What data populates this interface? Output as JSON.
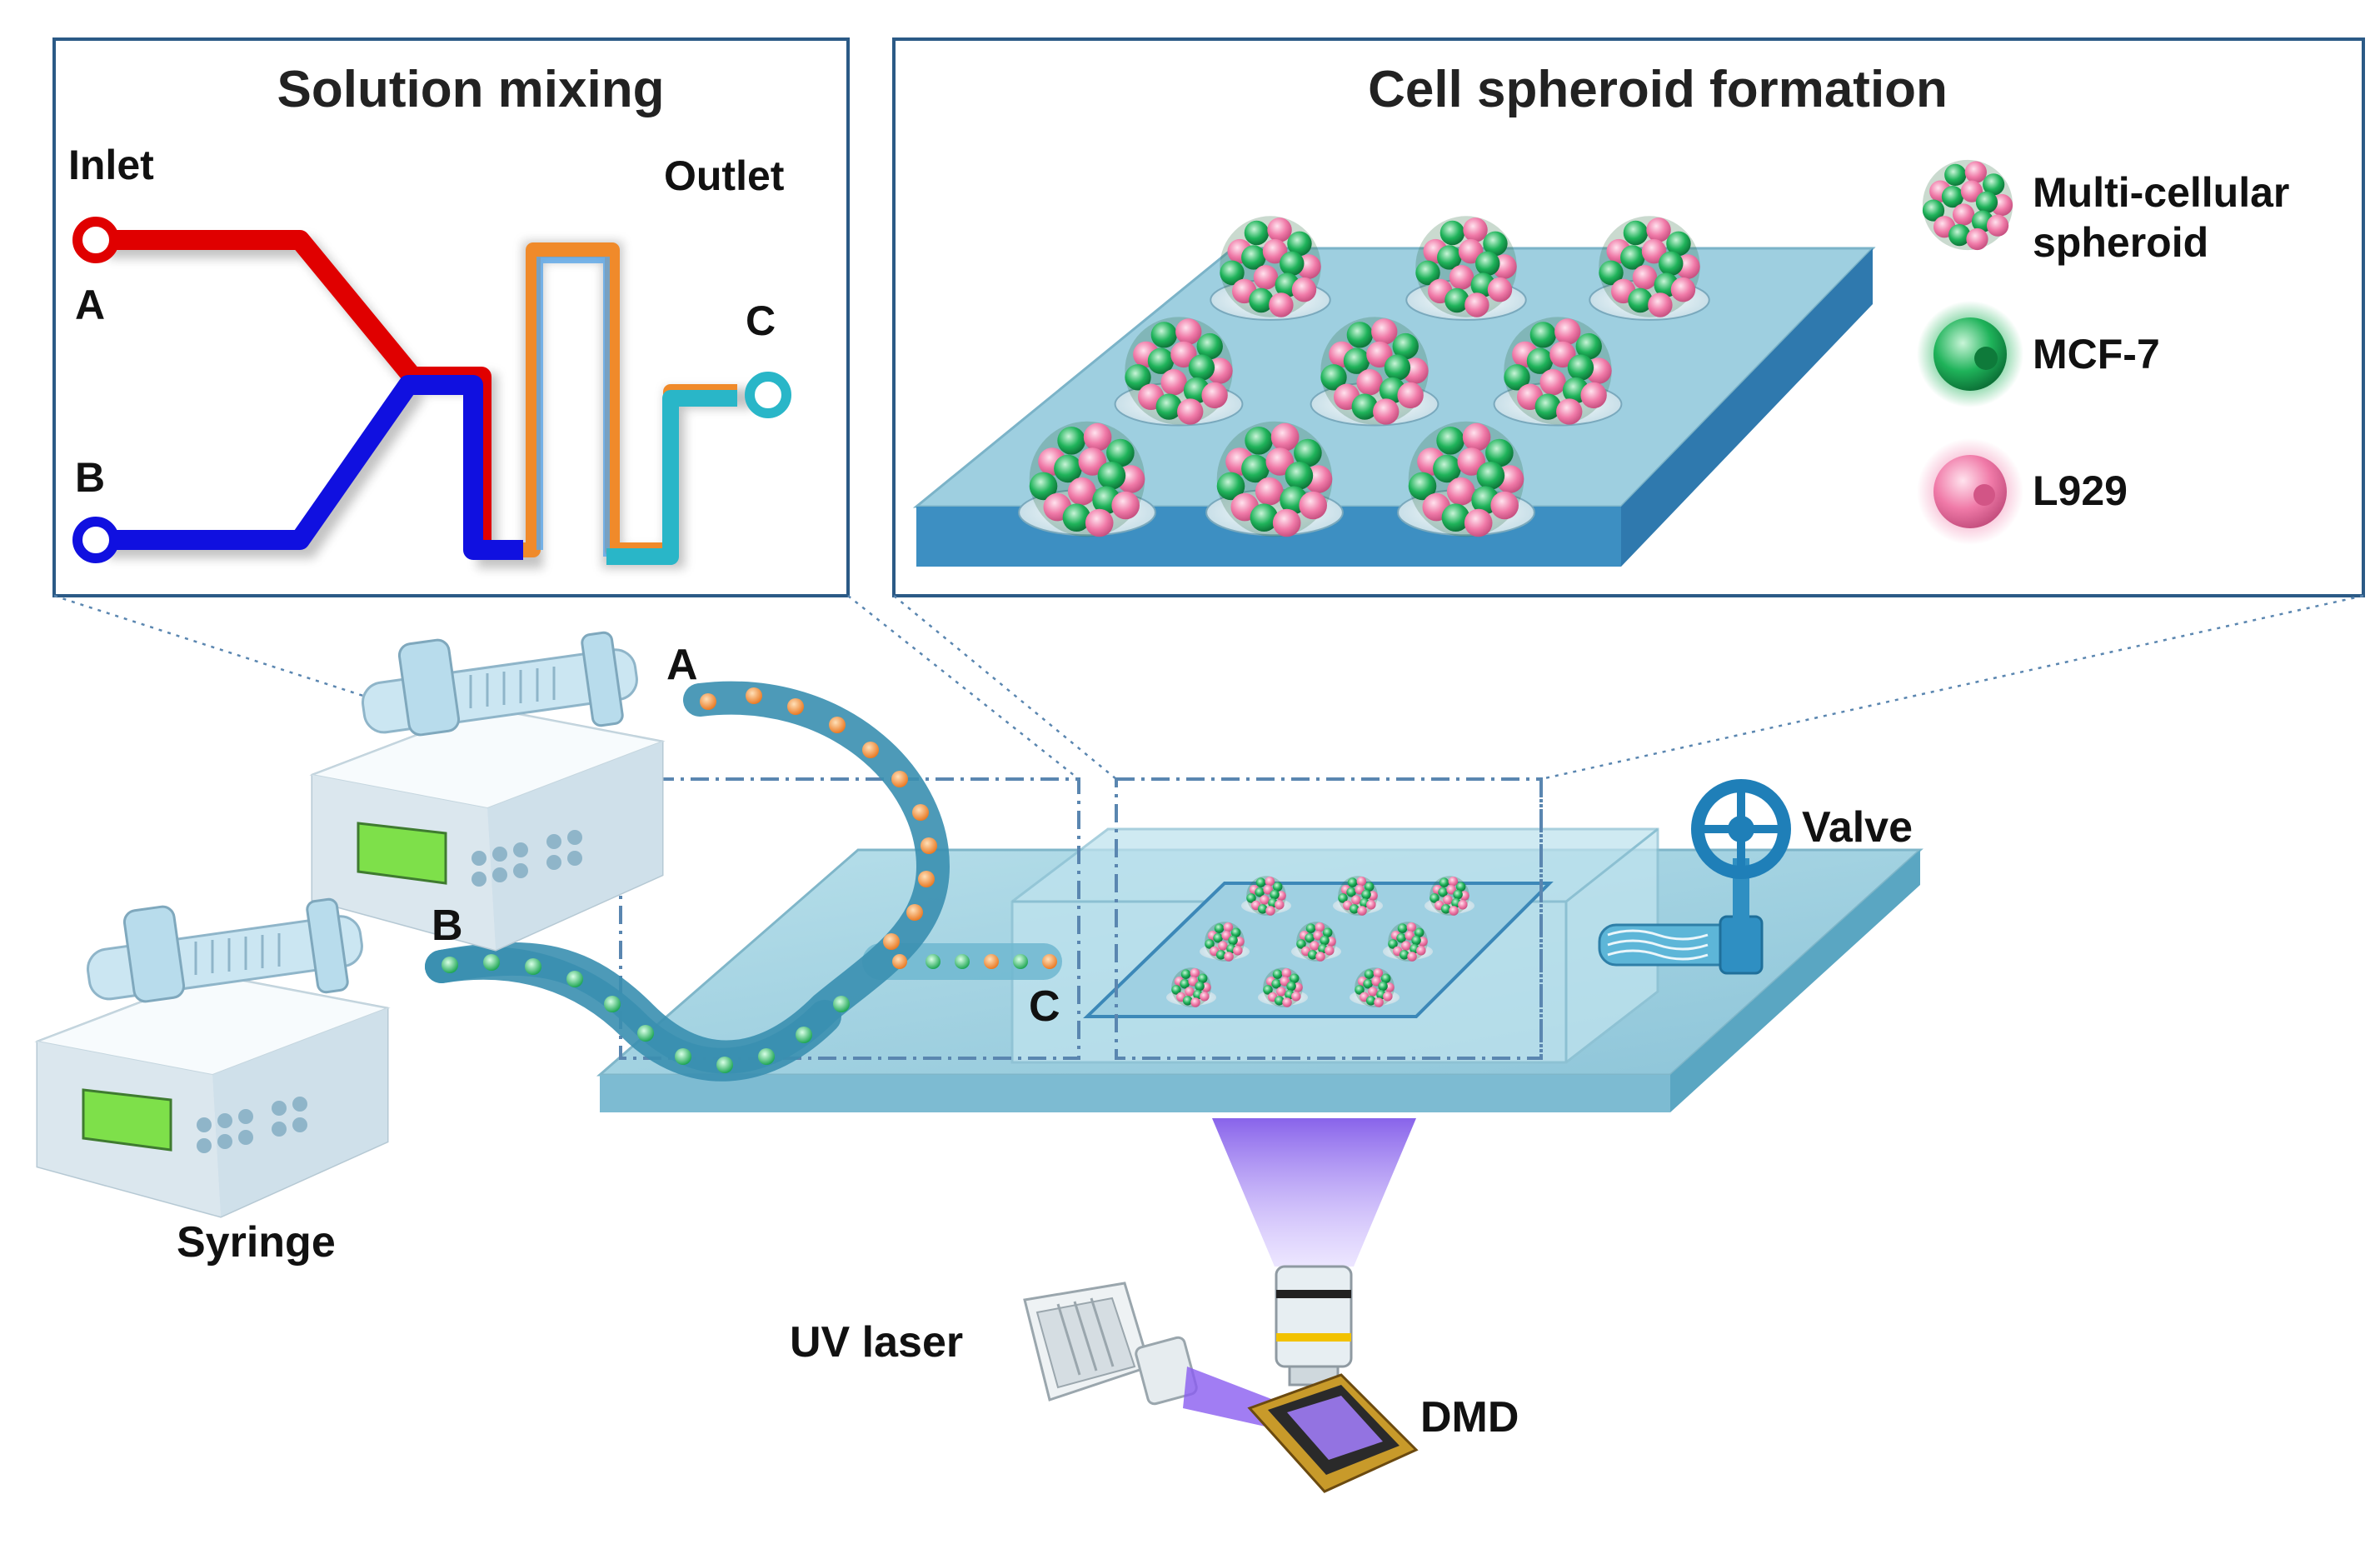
{
  "panels": {
    "mixing": {
      "title": "Solution mixing",
      "inlet_label": "Inlet",
      "outlet_label": "Outlet",
      "port_a": "A",
      "port_b": "B",
      "port_c": "C"
    },
    "spheroid": {
      "title": "Cell spheroid formation",
      "legend": [
        {
          "label_lines": [
            "Multi-cellular",
            "spheroid"
          ],
          "icon": "spheroid-icon"
        },
        {
          "label_lines": [
            "MCF-7"
          ],
          "icon": "mcf7-cell-icon",
          "color": "#1fb35a"
        },
        {
          "label_lines": [
            "L929"
          ],
          "icon": "l929-cell-icon",
          "color": "#f07aa8"
        }
      ]
    }
  },
  "setup": {
    "tube_a_label": "A",
    "tube_b_label": "B",
    "chip_outlet_label": "C",
    "valve_label": "Valve",
    "syringe_label": "Syringe",
    "uv_laser_label": "UV laser",
    "dmd_label": "DMD"
  },
  "colors": {
    "channel_a": "#e00000",
    "channel_b": "#1010e0",
    "channel_out": "#29b6c8",
    "panel_border": "#2b5a86",
    "chip": "#8fc9da",
    "mcf7": "#1fb35a",
    "l929": "#f07aa8",
    "uv": "#8a5cf0"
  }
}
